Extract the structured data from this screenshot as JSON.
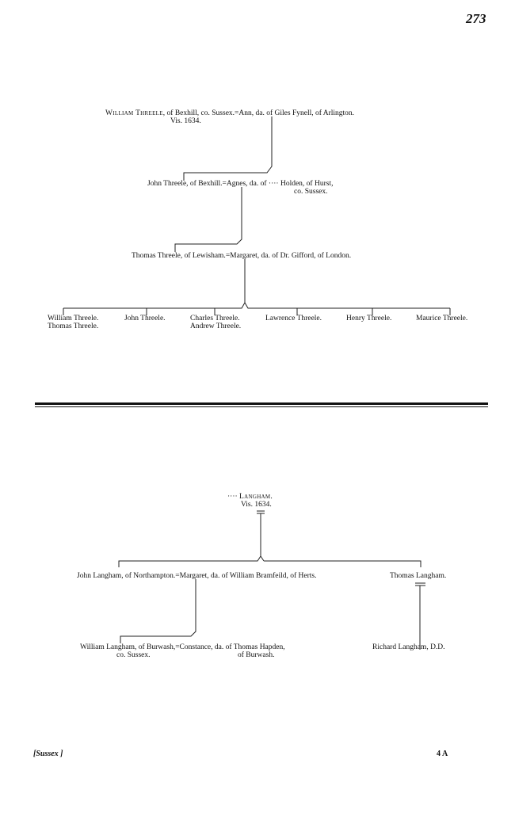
{
  "page_number": "273",
  "footer": {
    "county": "[Sussex ]",
    "signature": "4 A"
  },
  "threele": {
    "william": {
      "name": "William Threele",
      "rest": ", of Bexhill, co. Sussex.",
      "visitation": "Vis. 1634."
    },
    "ann": "=Ann, da. of Giles Fynell, of Arlington.",
    "john": "John Threele, of Bexhill.",
    "agnes_line1": "=Agnes, da. of ···· Holden, of Hurst,",
    "agnes_line2": "co. Sussex.",
    "thomas": "Thomas Threele, of Lewisham.",
    "margaret": "=Margaret, da. of Dr. Gifford, of London.",
    "children": {
      "william": "William Threele.",
      "thomas": "Thomas Threele.",
      "john": "John Threele.",
      "charles": "Charles Threele.",
      "andrew": "Andrew Threele.",
      "lawrence": "Lawrence Threele.",
      "henry": "Henry Threele.",
      "maurice": "Maurice Threele."
    }
  },
  "langham": {
    "head": {
      "prefix": "····",
      "name": "Langham.",
      "visitation": "Vis. 1634."
    },
    "john": "John Langham, of Northampton.",
    "margaret": "=Margaret, da. of William Bramfeild, of Herts.",
    "thomas": "Thomas Langham.",
    "william_line1": "William Langham, of Burwash,",
    "william_line2": "co. Sussex.",
    "constance_line1": "=Constance, da. of Thomas Hapden,",
    "constance_line2": "of Burwash.",
    "richard": "Richard Langham, D.D."
  }
}
